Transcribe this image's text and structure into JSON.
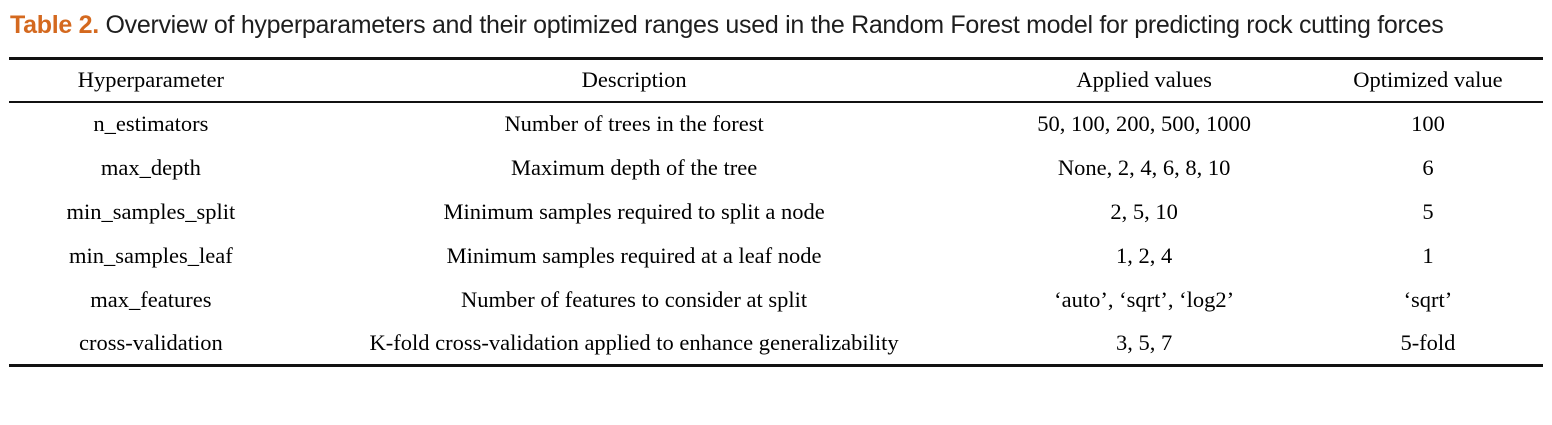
{
  "table_label": "Table 2.",
  "caption": "Overview of hyperparameters and their optimized ranges used in the Random Forest model for predicting rock cutting forces",
  "accent_color": "#d4691f",
  "table": {
    "headers": [
      "Hyperparameter",
      "Description",
      "Applied values",
      "Optimized value"
    ],
    "rows": [
      [
        "n_estimators",
        "Number of trees in the forest",
        "50, 100, 200, 500, 1000",
        "100"
      ],
      [
        "max_depth",
        "Maximum depth of the tree",
        "None, 2, 4, 6, 8, 10",
        "6"
      ],
      [
        "min_samples_split",
        "Minimum samples required to split a node",
        "2, 5, 10",
        "5"
      ],
      [
        "min_samples_leaf",
        "Minimum samples required at a leaf node",
        "1, 2, 4",
        "1"
      ],
      [
        "max_features",
        "Number of features to consider at split",
        "‘auto’, ‘sqrt’, ‘log2’",
        "‘sqrt’"
      ],
      [
        "cross-validation",
        "K-fold cross-validation applied to enhance generalizability",
        "3, 5, 7",
        "5-fold"
      ]
    ]
  }
}
